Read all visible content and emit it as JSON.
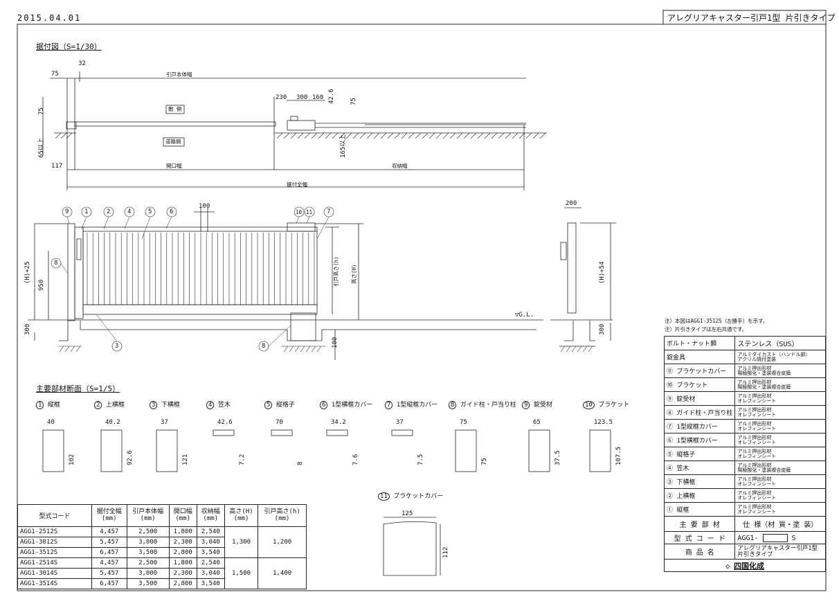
{
  "header": {
    "date": "2015.04.01",
    "product_title": "アレグリアキャスター引戸1型 片引きタイプ"
  },
  "plan_view": {
    "title": "据付図（S=1/30）",
    "dims": {
      "d75_left": "75",
      "d32": "32",
      "main_width": "引戸本体幅",
      "d230": "230",
      "d300": "300",
      "d160": "160",
      "d42_6": "42.6",
      "d75_right": "75",
      "d75_side": "75",
      "d65": "65以上",
      "d165": "165以上",
      "d117": "117",
      "opening": "開口幅",
      "storage": "収納幅",
      "total": "据付全幅"
    },
    "labels": {
      "inside": "敷 側",
      "road": "道路側"
    }
  },
  "elevation": {
    "dims": {
      "d100": "100",
      "h25": "(H)+25",
      "d950": "950",
      "d300_left": "300",
      "door_h": "引戸高さ(h)",
      "h": "高さ(H)",
      "d100_bottom": "100",
      "gl": "▽G.L."
    },
    "callouts": [
      "9",
      "1",
      "2",
      "4",
      "5",
      "6",
      "10",
      "11",
      "7",
      "8",
      "3",
      "8"
    ]
  },
  "side_view": {
    "dims": {
      "d200": "200",
      "h54": "(H)+54",
      "d300": "300"
    }
  },
  "sections": {
    "title": "主要部材断面（S=1/5）",
    "items": [
      {
        "no": "1",
        "name": "縦框",
        "w": "40",
        "h": "102"
      },
      {
        "no": "2",
        "name": "上横框",
        "w": "40.2",
        "h": "92.6"
      },
      {
        "no": "3",
        "name": "下横框",
        "w": "37",
        "h": "121"
      },
      {
        "no": "4",
        "name": "笠木",
        "w": "42.6",
        "h": "7.2"
      },
      {
        "no": "5",
        "name": "縦格子",
        "w": "70",
        "h": "8"
      },
      {
        "no": "6",
        "name": "1型横框カバー",
        "w": "34.2",
        "h": "7.6"
      },
      {
        "no": "7",
        "name": "1型縦框カバー",
        "w": "37",
        "h": "7.5"
      },
      {
        "no": "8",
        "name": "ガイド柱・戸当り柱",
        "w": "75",
        "h": "75"
      },
      {
        "no": "9",
        "name": "錠受材",
        "w": "65",
        "h": "37.5"
      },
      {
        "no": "10",
        "name": "ブラケット",
        "w": "123.5",
        "h": "107.5"
      }
    ],
    "bracket_cover": {
      "no": "11",
      "name": "ブラケットカバー",
      "w": "125",
      "h": "112"
    }
  },
  "spec_table": {
    "headers": [
      "型式コード",
      "据付全幅\n(mm)",
      "引戸本体幅\n(mm)",
      "開口幅\n(mm)",
      "収納幅\n(mm)",
      "高さ(H)\n(mm)",
      "引戸高さ(h)\n(mm)"
    ],
    "rows": [
      [
        "AGG1-2512S",
        "4,457",
        "2,500",
        "1,800",
        "2,540"
      ],
      [
        "AGG1-3012S",
        "5,457",
        "3,000",
        "2,300",
        "3,040"
      ],
      [
        "AGG1-3512S",
        "6,457",
        "3,500",
        "2,800",
        "3,540"
      ],
      [
        "AGG1-2514S",
        "4,457",
        "2,500",
        "1,800",
        "2,540"
      ],
      [
        "AGG1-3014S",
        "5,457",
        "3,000",
        "2,300",
        "3,040"
      ],
      [
        "AGG1-3514S",
        "6,457",
        "3,500",
        "2,800",
        "3,540"
      ]
    ],
    "group_heights": [
      {
        "H": "1,300",
        "h": "1,200"
      },
      {
        "H": "1,500",
        "h": "1,400"
      }
    ]
  },
  "notes": [
    "注）本図はAGG1-3512S（左勝手）を示す。",
    "注）片引きタイプは左右共通です。"
  ],
  "materials": {
    "bolt_label": "ボルト・ナット類",
    "bolt_value": "ステンレス（SUS）",
    "rows": [
      {
        "part": "錠金具",
        "mat": "アルミダイカスト（ハンドル部）\nアクリル焼付塗装"
      },
      {
        "part": "⑪ ブラケットカバー",
        "mat": "アルミ押出形材\n陽極酸化・塗装複合皮膜"
      },
      {
        "part": "⑩ ブラケット",
        "mat": "アルミ押出形材\n陽極酸化・塗装複合皮膜"
      },
      {
        "part": "⑨ 錠受材",
        "mat": "アルミ押出形材\nオレフィンシート"
      },
      {
        "part": "⑧ ガイド柱・戸当り柱",
        "mat": "アルミ押出形材\nオレフィンシート"
      },
      {
        "part": "⑦ 1型縦框カバー",
        "mat": "アルミ押出形材\nオレフィンシート"
      },
      {
        "part": "⑥ 1型横框カバー",
        "mat": "アルミ押出形材\nオレフィンシート"
      },
      {
        "part": "⑤ 縦格子",
        "mat": "アルミ押出形材\nオレフィンシート"
      },
      {
        "part": "④ 笠木",
        "mat": "アルミ押出形材\n陽極酸化・塗装複合皮膜"
      },
      {
        "part": "③ 下横框",
        "mat": "アルミ押出形材\nオレフィンシート"
      },
      {
        "part": "② 上横框",
        "mat": "アルミ押出形材\nオレフィンシート"
      },
      {
        "part": "① 縦框",
        "mat": "アルミ押出形材\nオレフィンシート"
      }
    ],
    "footer": {
      "main_parts": "主 要 部 材",
      "spec": "仕 様（材 質・塗 装）",
      "model_label": "型 式 コ ー ド",
      "model_value": "AGG1-",
      "model_suffix": "S",
      "product_label": "商 品 名",
      "product_value": "アレグリアキャスター引戸1型\n片引きタイプ",
      "brand": "四国化成"
    }
  }
}
